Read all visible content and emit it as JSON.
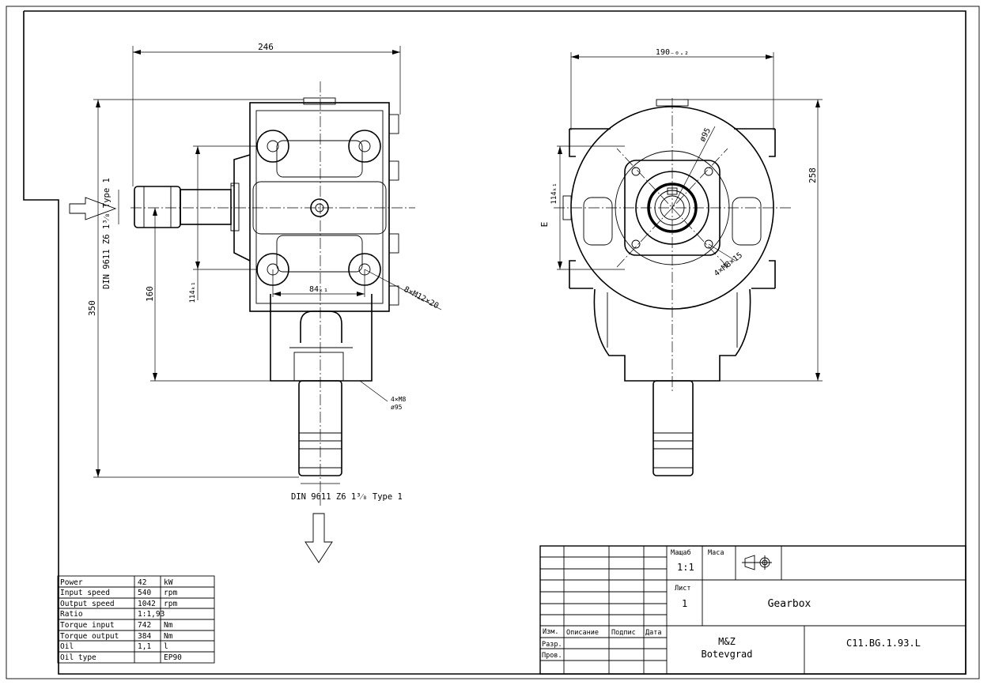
{
  "left_view": {
    "dim_width": "246",
    "dim_height_total": "350",
    "dim_height_160": "160",
    "dim_flange": "114ₖ₁",
    "dim_bolt_spacing": "84ₖ₁",
    "bolt_callout": "8×M12×20",
    "flange_callout_line1": "4×M8",
    "flange_callout_line2": "ø95",
    "input_shaft_label": "DIN 9611 Z6 1³⁄₈ Type 1",
    "output_shaft_label": "DIN 9611 Z6 1³⁄₈ Type 1"
  },
  "right_view": {
    "dim_width": "190₋₀.₂",
    "dim_height": "258",
    "dim_flange": "114ₖ₁",
    "dim_e": "E",
    "dia_label": "ø95",
    "hole_callout": "4×M8×15"
  },
  "spec_table": {
    "rows": [
      {
        "name": "Power",
        "value": "42",
        "unit": "kW"
      },
      {
        "name": "Input speed",
        "value": "540",
        "unit": "rpm"
      },
      {
        "name": "Output speed",
        "value": "1042",
        "unit": "rpm"
      },
      {
        "name": "Ratio",
        "value": "1:1,93",
        "unit": ""
      },
      {
        "name": "Torque input",
        "value": "742",
        "unit": "Nm"
      },
      {
        "name": "Torque output",
        "value": "384",
        "unit": "Nm"
      },
      {
        "name": "Oil",
        "value": "1,1",
        "unit": "l"
      },
      {
        "name": "Oil type",
        "value": "",
        "unit": "EP90"
      }
    ]
  },
  "title_block": {
    "scale_header": "Мащаб",
    "scale_value": "1:1",
    "mass_header": "Маса",
    "sheet_header": "Лист",
    "sheet_value": "1",
    "title": "Gearbox",
    "company_line1": "M&Z",
    "company_line2": "Botevgrad",
    "drawing_number": "C11.BG.1.93.L",
    "col_izm": "Изм.",
    "col_opisanie": "Описание",
    "col_podpis": "Подпис",
    "col_data": "Дата",
    "row_razr": "Разр.",
    "row_prov": "Пров."
  }
}
